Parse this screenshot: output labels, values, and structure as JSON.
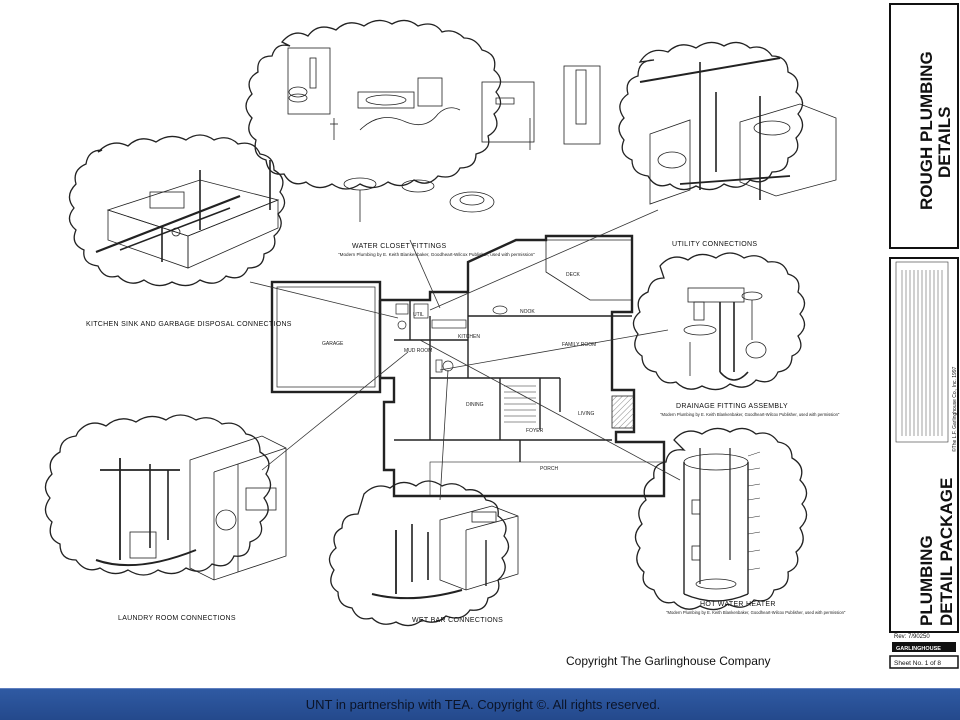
{
  "callouts": {
    "water_closet": {
      "caption": "WATER CLOSET FITTINGS",
      "credit": "\"Modern Plumbing by E. Keith Blankenbaker, Goodheart-Wilcox Publisher, used with permission\""
    },
    "kitchen_sink": {
      "caption": "KITCHEN SINK AND GARBAGE DISPOSAL CONNECTIONS"
    },
    "utility": {
      "caption": "UTILITY CONNECTIONS"
    },
    "drainage": {
      "caption": "DRAINAGE FITTING ASSEMBLY",
      "credit": "\"Modern Plumbing by E. Keith Blankenbaker, Goodheart-Wilcox Publisher, used with permission\""
    },
    "laundry": {
      "caption": "LAUNDRY ROOM CONNECTIONS"
    },
    "wet_bar": {
      "caption": "WET BAR CONNECTIONS"
    },
    "hot_water": {
      "caption": "HOT WATER HEATER",
      "credit": "\"Modern Plumbing by E. Keith Blankenbaker, Goodheart-Wilcox Publisher, used with permission\""
    }
  },
  "floor_plan": {
    "rooms": {
      "garage": "GARAGE",
      "deck": "DECK",
      "nook": "NOOK",
      "kitchen": "KITCHEN",
      "family_room": "FAMILY ROOM",
      "dining": "DINING",
      "living": "LIVING",
      "foyer": "FOYER",
      "porch": "PORCH",
      "mud_room": "MUD ROOM",
      "util": "UTIL"
    }
  },
  "title_block": {
    "title_top_line1": "ROUGH PLUMBING",
    "title_top_line2": "DETAILS",
    "copyright_small": "©The L.F. Garlinghouse Co., Inc. 1997",
    "title_bottom_line1": "PLUMBING",
    "title_bottom_line2": "DETAIL PACKAGE",
    "rev": "Rev: 7/90250",
    "logo_text": "GARLINGHOUSE",
    "sheet": "Sheet No. 1 of 8"
  },
  "copyright_text": "Copyright The Garlinghouse Company",
  "footer_text": "UNT in partnership with TEA. Copyright ©. All rights reserved."
}
